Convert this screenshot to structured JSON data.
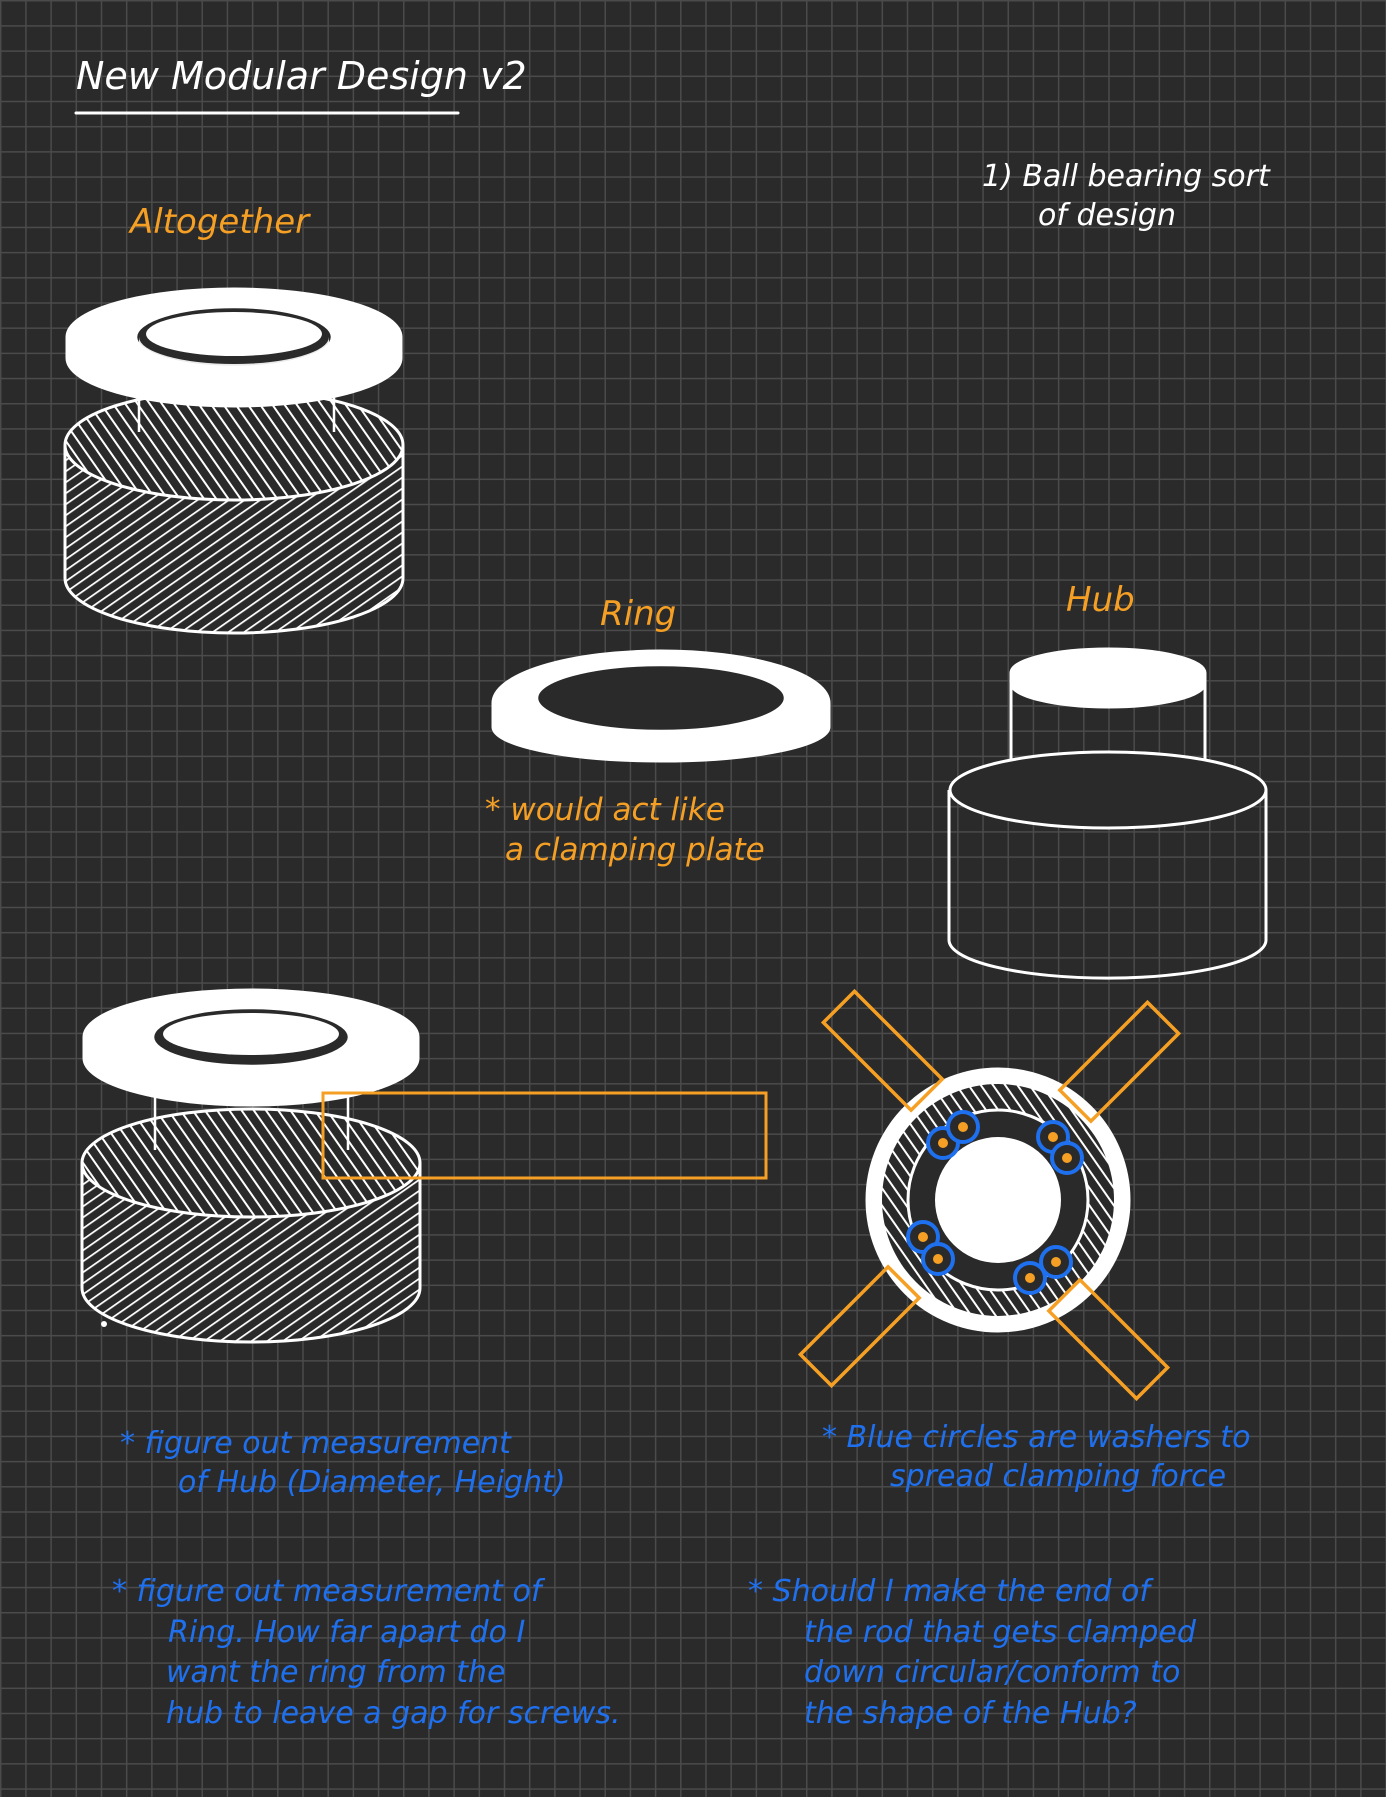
{
  "colors": {
    "background": "#2a2a2a",
    "grid": "#4b4b4b",
    "ink": "#ffffff",
    "highlight": "#f5a024",
    "notes": "#1f70ee"
  },
  "title": "New Modular Design v2",
  "note_ball_bearing": [
    "1) Ball bearing sort",
    "of design"
  ],
  "labels": {
    "altogether": "Altogether",
    "ring": "Ring",
    "hub": "Hub"
  },
  "ring_note": [
    "* would act like",
    "a clamping plate"
  ],
  "notes": {
    "hub_measurement": [
      "* figure out measurement",
      "of Hub (Diameter, Height)"
    ],
    "ring_measurement": [
      "* figure out measurement of",
      "Ring. How far apart do I",
      "want the ring from the",
      "hub to leave a gap for screws."
    ],
    "washers": [
      "* Blue circles are washers to",
      "spread clamping force"
    ],
    "rod_end": [
      "* Should I make the end of",
      "the rod that gets clamped",
      "down circular/conform to",
      "the shape of the Hub?"
    ]
  }
}
